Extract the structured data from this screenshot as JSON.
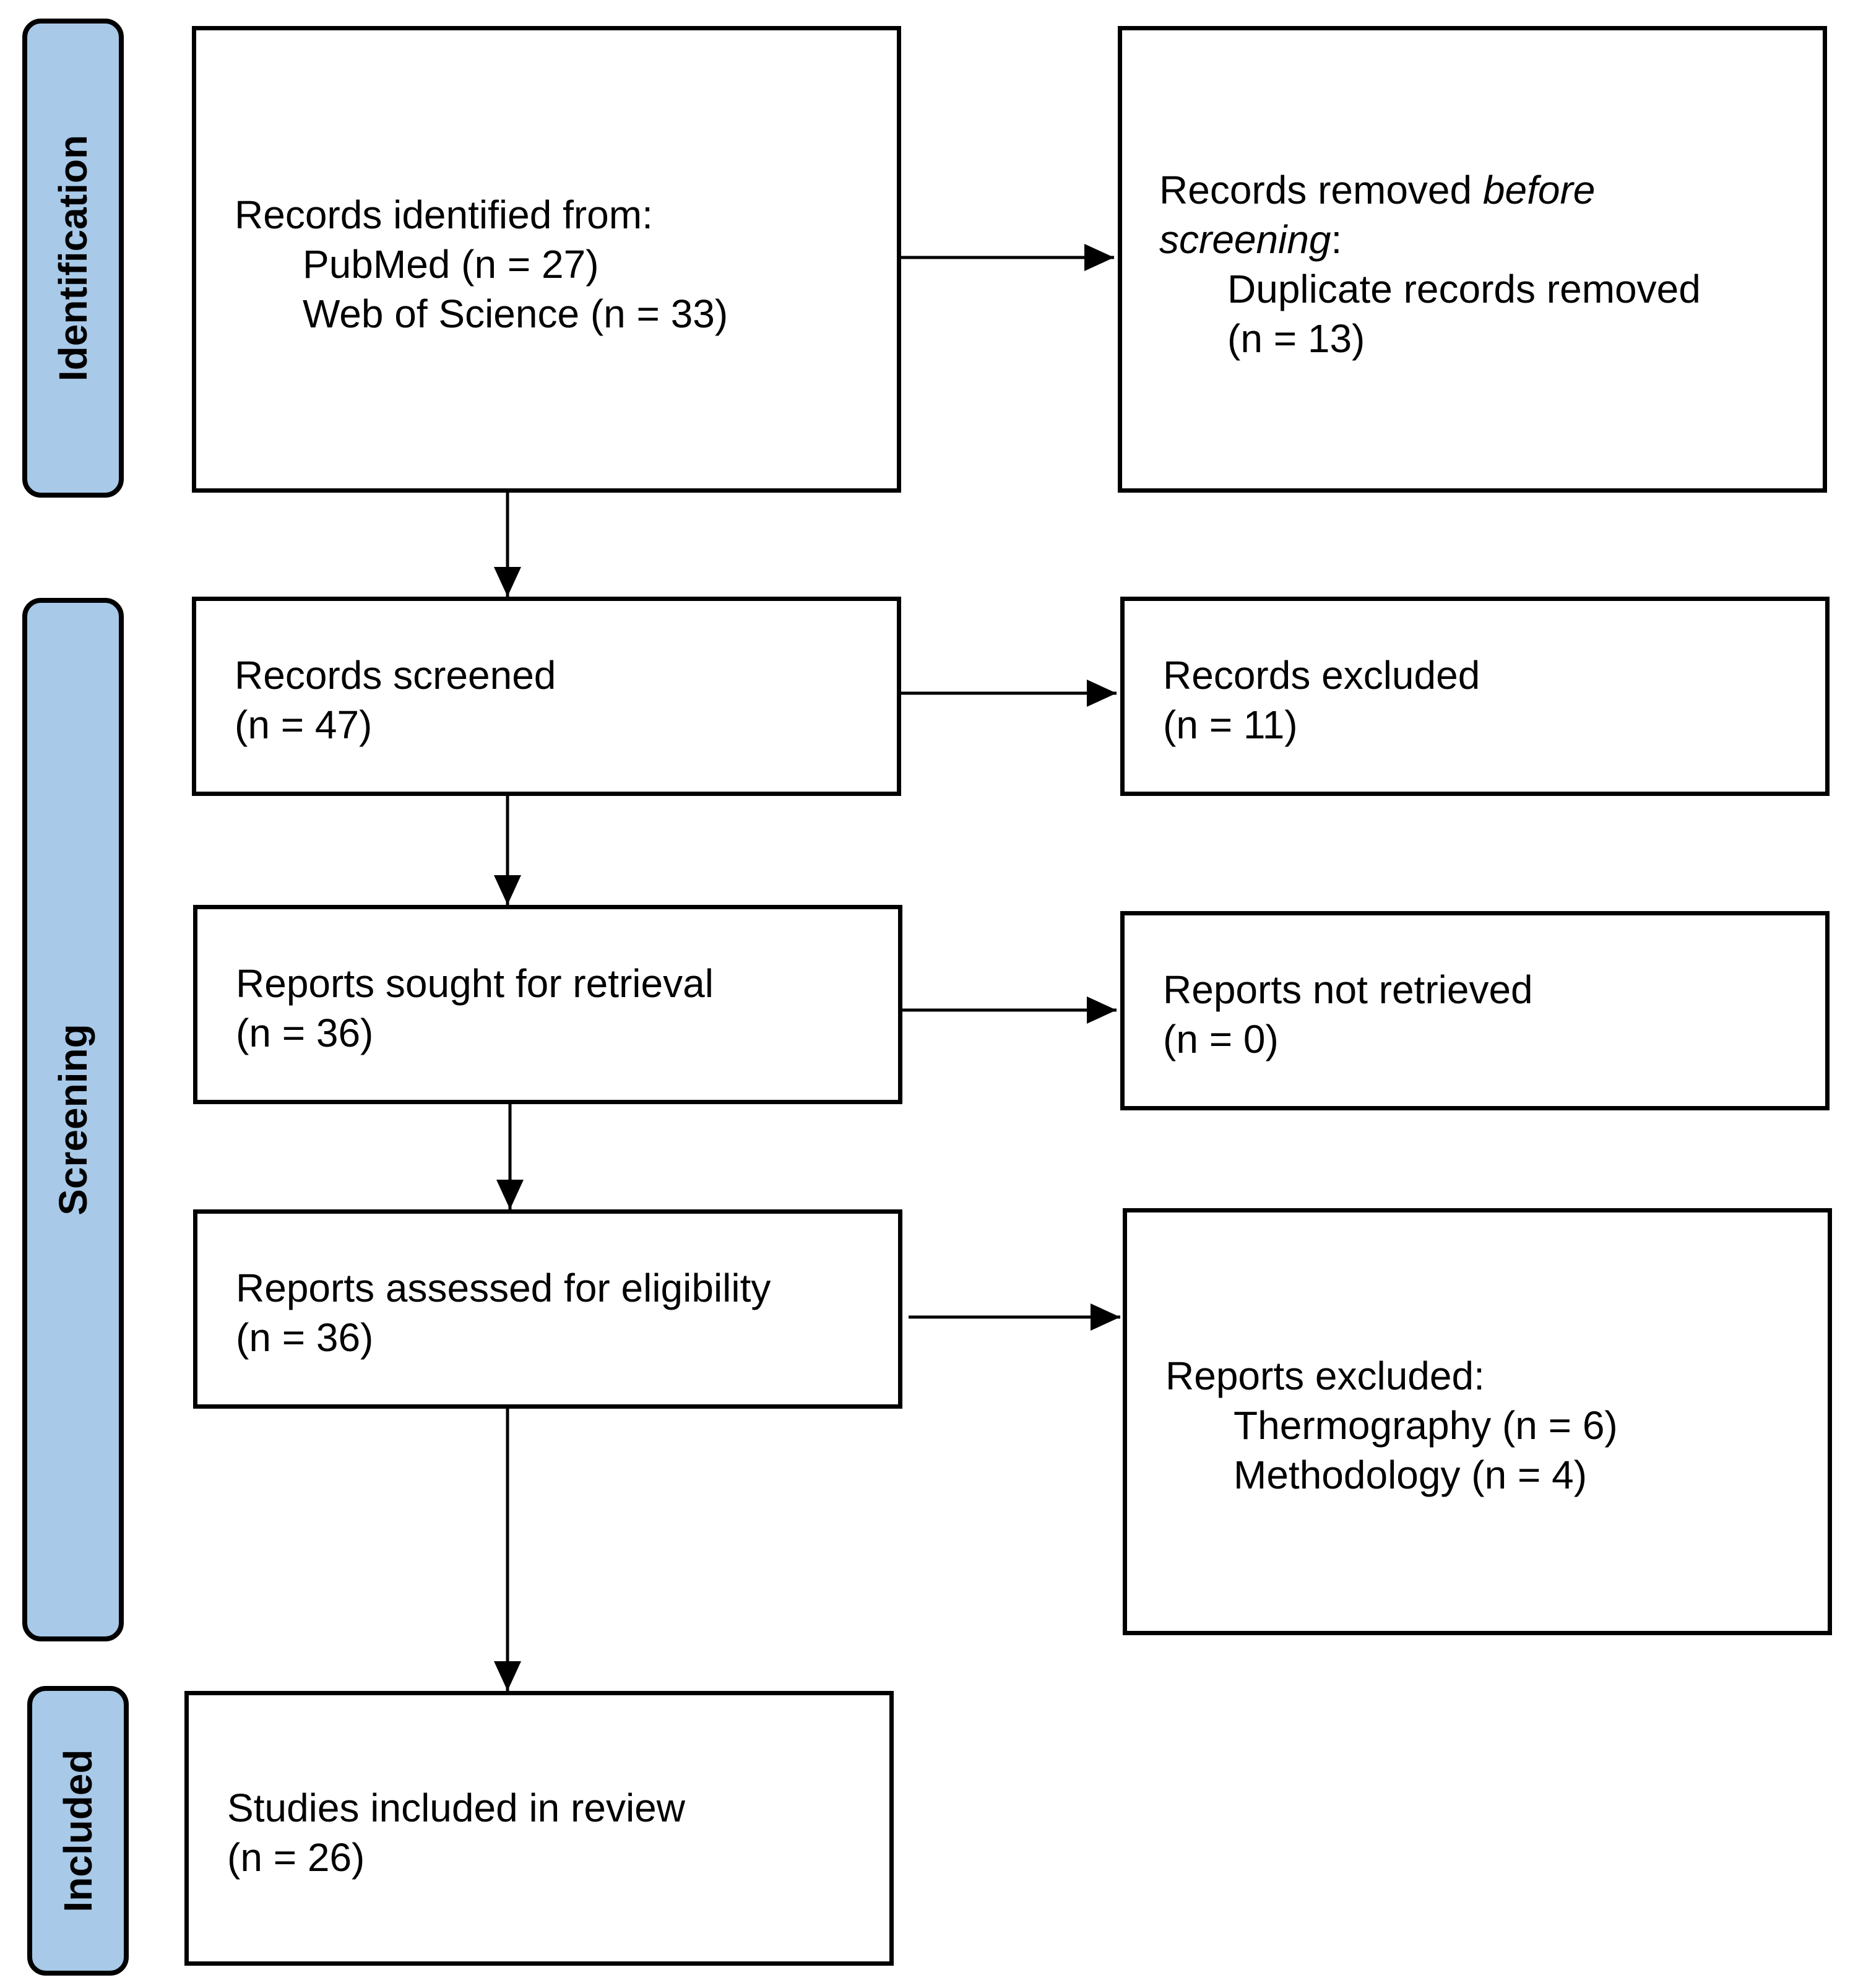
{
  "phases": {
    "identification": "Identification",
    "screening": "Screening",
    "included": "Included"
  },
  "boxes": {
    "identified": {
      "title": "Records identified from:",
      "items": [
        "PubMed (n = 27)",
        "Web of Science (n = 33)"
      ]
    },
    "removed": {
      "title_start": "Records removed ",
      "title_em1": "before",
      "title_em2": "screening",
      "title_end": ":",
      "item_line1": "Duplicate records removed",
      "item_line2": "(n = 13)"
    },
    "screened": {
      "title": "Records screened",
      "count": "(n = 47)"
    },
    "excluded": {
      "title": "Records excluded",
      "count": "(n = 11)"
    },
    "sought": {
      "title": "Reports sought for retrieval",
      "count": "(n = 36)"
    },
    "not_retrieved": {
      "title": "Reports not retrieved",
      "count": "(n = 0)"
    },
    "assessed": {
      "title": "Reports assessed for eligibility",
      "count": "(n = 36)"
    },
    "reports_excluded": {
      "title": "Reports excluded:",
      "items": [
        "Thermography (n = 6)",
        "Methodology (n = 4)"
      ]
    },
    "included": {
      "title": "Studies included in review",
      "count": "(n = 26)"
    }
  }
}
